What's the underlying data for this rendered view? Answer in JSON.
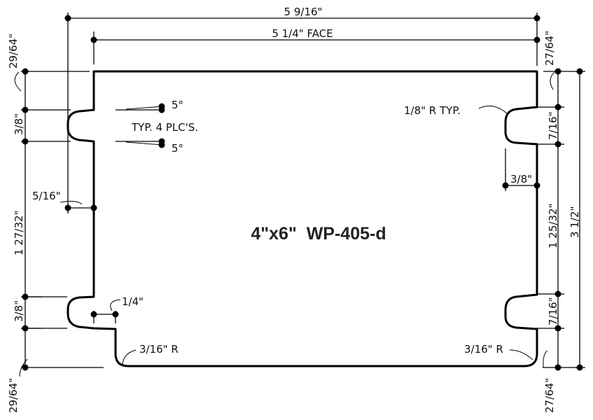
{
  "title": "4\"x6\"  WP-405-d",
  "dimensions": {
    "overall_width": "5 9/16\"",
    "face_width": "5 1/4\" FACE",
    "left_top_offset": "29/64\"",
    "left_bottom_offset": "29/64\"",
    "left_tongue_top": "3/8\"",
    "left_tongue_bottom": "3/8\"",
    "left_middle": "1 27/32\"",
    "left_tongue_depth": "5/16\"",
    "bottom_step": "1/4\"",
    "right_top_offset": "27/64\"",
    "right_bottom_offset": "27/64\"",
    "right_groove_top": "7/16\"",
    "right_groove_bottom": "7/16\"",
    "right_middle": "1 25/32\"",
    "overall_height": "3 1/2\"",
    "right_groove_depth": "3/8\""
  },
  "notes": {
    "angle_top": "5°",
    "angle_bottom": "5°",
    "typ_places": "TYP. 4 PLC'S.",
    "radius_typ": "1/8\" R TYP.",
    "radius_left": "3/16\" R",
    "radius_right": "3/16\" R"
  }
}
